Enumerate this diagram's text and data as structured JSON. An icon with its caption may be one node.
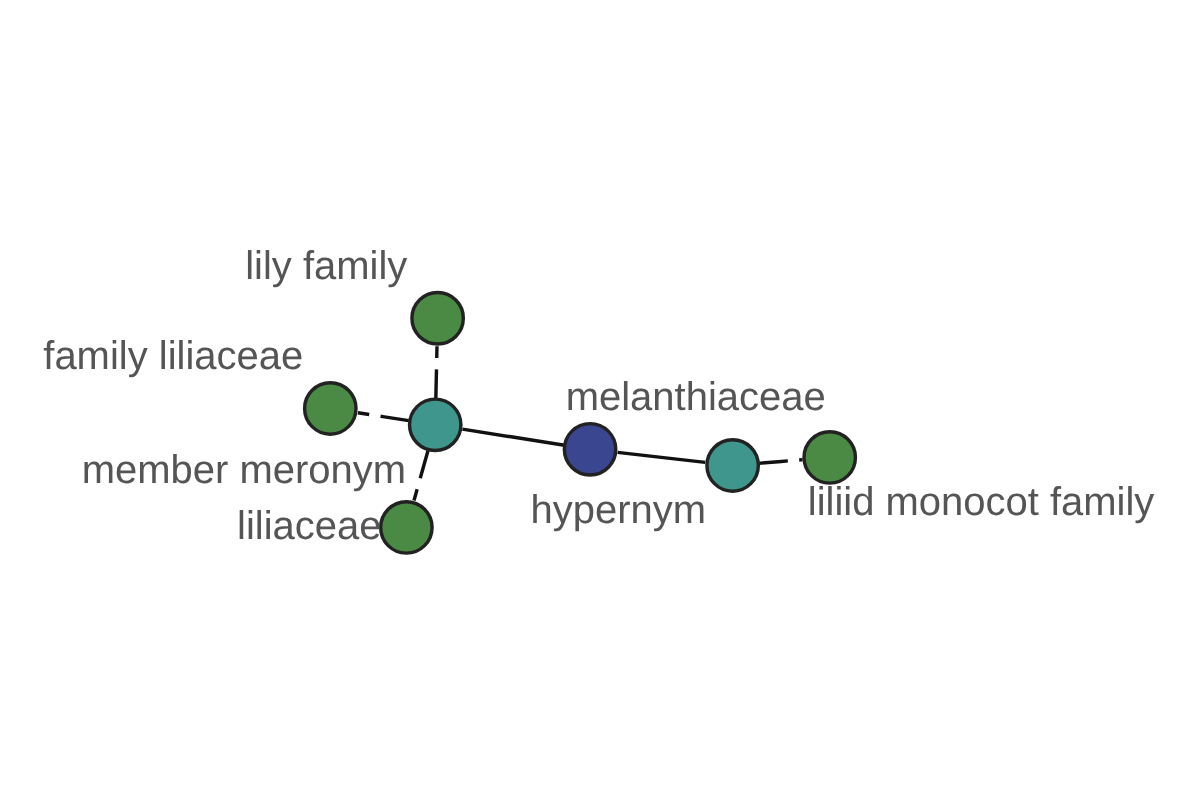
{
  "diagram": {
    "nodes": [
      {
        "text": [],
        "shape": "circle",
        "beside": [
          "melanthiaceae"
        ]
      },
      {
        "text": [],
        "shape": "circle",
        "beside": [
          "member meronym"
        ]
      },
      {
        "text": [],
        "shape": "circle",
        "beside": [
          "lily family"
        ]
      },
      {
        "text": [],
        "shape": "circle",
        "beside": [
          "liliaceae"
        ]
      },
      {
        "text": [],
        "shape": "circle",
        "beside": [
          "family liliaceae"
        ]
      },
      {
        "text": [],
        "shape": "circle",
        "beside": [
          "hypernym"
        ]
      },
      {
        "text": [],
        "shape": "circle",
        "beside": [
          "liliid monocot family"
        ]
      }
    ],
    "edges": [
      {
        "from": 0,
        "to": 1,
        "arrow": "none"
      },
      {
        "from": 0,
        "to": 5,
        "arrow": "none"
      },
      {
        "from": 1,
        "to": 2,
        "arrow": "none",
        "style": "dashed"
      },
      {
        "from": 1,
        "to": 3,
        "arrow": "none",
        "style": "dashed"
      },
      {
        "from": 1,
        "to": 4,
        "arrow": "none",
        "style": "dashed"
      },
      {
        "from": 5,
        "to": 6,
        "arrow": "none",
        "style": "dashed"
      }
    ]
  }
}
